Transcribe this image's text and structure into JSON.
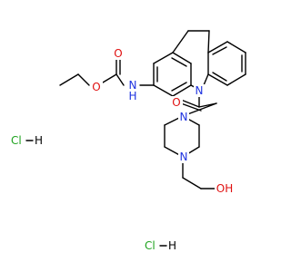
{
  "colors": {
    "bond": "#000000",
    "nitrogen": "#1f33e0",
    "oxygen": "#e01010",
    "chlorine": "#1fa31f",
    "background": "#ffffff"
  },
  "atoms": {
    "n_ring": "N",
    "n_amide": "N",
    "h_amide": "H",
    "o_carbamate_carbonyl": "O",
    "o_carbamate_ester": "O",
    "o_ketone": "O",
    "n_piperazine_top": "N",
    "n_piperazine_bottom": "N",
    "o_hydroxyl": "OH"
  },
  "salts": [
    {
      "cl": "Cl",
      "h": "H"
    },
    {
      "cl": "Cl",
      "h": "H"
    }
  ]
}
